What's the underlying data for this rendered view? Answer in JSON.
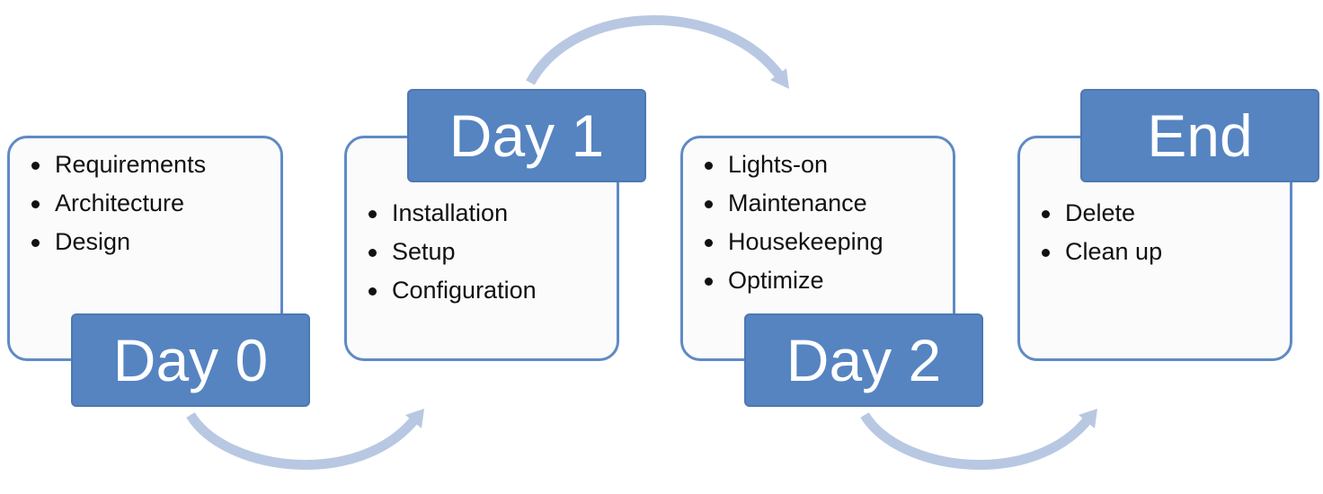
{
  "stages": [
    {
      "label": "Day 0",
      "items": [
        "Requirements",
        "Architecture",
        "Design"
      ]
    },
    {
      "label": "Day 1",
      "items": [
        "Installation",
        "Setup",
        "Configuration"
      ]
    },
    {
      "label": "Day 2",
      "items": [
        "Lights-on",
        "Maintenance",
        "Housekeeping",
        "Optimize"
      ]
    },
    {
      "label": "End",
      "items": [
        "Delete",
        "Clean up"
      ]
    }
  ],
  "colors": {
    "label_fill": "#5584c1",
    "box_border": "#5f8ac5",
    "box_fill": "#fbfbfb",
    "arrow": "#b8c8e2",
    "label_text": "#ffffff",
    "item_text": "#111111"
  }
}
